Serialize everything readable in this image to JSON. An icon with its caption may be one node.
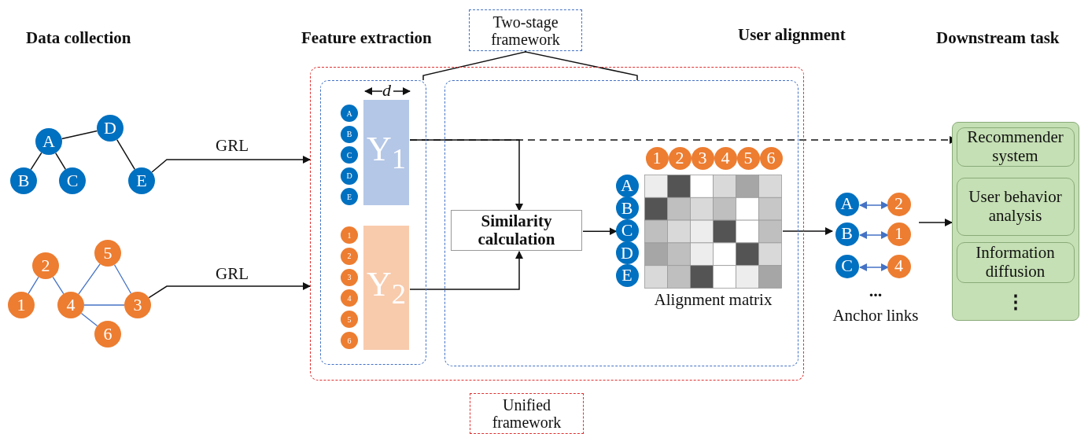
{
  "diagram": {
    "nodes": [
      {
        "text": [
          "A"
        ]
      },
      {
        "text": [
          "D"
        ]
      },
      {
        "text": [
          "B"
        ]
      },
      {
        "text": [
          "C"
        ]
      },
      {
        "text": [
          "E"
        ]
      },
      {
        "text": [
          "2"
        ]
      },
      {
        "text": [
          "5"
        ]
      },
      {
        "text": [
          "1"
        ]
      },
      {
        "text": [
          "4"
        ]
      },
      {
        "text": [
          "3"
        ]
      },
      {
        "text": [
          "6"
        ]
      },
      {
        "text": [
          "Two-stage framework"
        ]
      },
      {
        "text": [],
        "shape": "box"
      },
      {
        "text": [],
        "shape": "box",
        "in": 12
      },
      {
        "text": [],
        "shape": "box",
        "in": 12
      },
      {
        "text": [
          "A"
        ],
        "in": 13
      },
      {
        "text": [
          "B"
        ],
        "in": 13
      },
      {
        "text": [
          "C"
        ],
        "in": 13
      },
      {
        "text": [
          "D"
        ],
        "in": 13
      },
      {
        "text": [
          "E"
        ],
        "in": 13
      },
      {
        "text": [
          "Y$_{1}$"
        ],
        "in": 13
      },
      {
        "text": [
          "1"
        ],
        "in": 13
      },
      {
        "text": [
          "2"
        ],
        "in": 13
      },
      {
        "text": [
          "3"
        ],
        "in": 13
      },
      {
        "text": [
          "4"
        ],
        "in": 13
      },
      {
        "text": [
          "5"
        ],
        "in": 13
      },
      {
        "text": [
          "6"
        ],
        "in": 13
      },
      {
        "text": [
          "Y$_{2}$"
        ],
        "in": 13
      },
      {
        "text": [
          "Similarity calculation"
        ],
        "in": 14
      },
      {
        "text": [
          "1"
        ],
        "in": 14
      },
      {
        "text": [
          "2"
        ],
        "in": 14
      },
      {
        "text": [
          "3"
        ],
        "in": 14
      },
      {
        "text": [
          "4"
        ],
        "in": 14
      },
      {
        "text": [
          "5"
        ],
        "in": 14
      },
      {
        "text": [
          "6"
        ],
        "in": 14
      },
      {
        "text": [
          "A"
        ],
        "in": 14
      },
      {
        "text": [
          "B"
        ],
        "in": 14
      },
      {
        "text": [
          "C"
        ],
        "in": 14
      },
      {
        "text": [
          "D"
        ],
        "in": 14
      },
      {
        "text": [
          "E"
        ],
        "in": 14
      },
      {
        "text": [
          "Alignment matrix"
        ],
        "in": 14
      },
      {
        "text": [
          "...",
          "Anchor links"
        ]
      },
      {
        "text": [
          "A"
        ],
        "in": 41
      },
      {
        "text": [
          "2"
        ],
        "in": 41
      },
      {
        "text": [
          "B"
        ],
        "in": 41
      },
      {
        "text": [
          "1"
        ],
        "in": 41
      },
      {
        "text": [
          "C"
        ],
        "in": 41
      },
      {
        "text": [
          "4"
        ],
        "in": 41
      },
      {
        "text": [
          "⋮"
        ]
      },
      {
        "text": [
          "Recommender system"
        ],
        "in": 48
      },
      {
        "text": [
          "User behavior analysis"
        ],
        "in": 48
      },
      {
        "text": [
          "Information diffusion"
        ],
        "in": 48
      },
      {
        "text": [
          "Unified framework"
        ]
      }
    ],
    "edges": [
      {
        "from": 0,
        "to": 1,
        "arrow": "none"
      },
      {
        "from": 0,
        "to": 2,
        "arrow": "none"
      },
      {
        "from": 0,
        "to": 3,
        "arrow": "none"
      },
      {
        "from": 1,
        "to": 4,
        "arrow": "none"
      },
      {
        "from": 7,
        "to": 5,
        "arrow": "none",
        "color": "#4472c4"
      },
      {
        "from": 5,
        "to": 8,
        "arrow": "none",
        "color": "#4472c4"
      },
      {
        "from": 8,
        "to": 6,
        "arrow": "none",
        "color": "#4472c4"
      },
      {
        "from": 6,
        "to": 9,
        "arrow": "none",
        "color": "#4472c4"
      },
      {
        "from": 8,
        "to": 9,
        "arrow": "none",
        "color": "#4472c4"
      },
      {
        "from": 8,
        "to": 10,
        "arrow": "none",
        "color": "#4472c4"
      },
      {
        "from": 4,
        "to": 12,
        "arrow": "to",
        "label": "GRL"
      },
      {
        "from": 9,
        "to": 12,
        "arrow": "to",
        "label": "GRL"
      },
      {
        "from": 11,
        "to": 13,
        "arrow": "none"
      },
      {
        "from": 11,
        "to": 14,
        "arrow": "none"
      },
      {
        "from": 20,
        "to": 28,
        "arrow": "to"
      },
      {
        "from": 27,
        "to": 28,
        "arrow": "to"
      },
      {
        "from": 20,
        "to": 49,
        "arrow": "to",
        "style": "dashed"
      },
      {
        "from": 28,
        "to": 37,
        "arrow": "to"
      },
      {
        "from": 40,
        "to": 41,
        "arrow": "to"
      },
      {
        "from": 42,
        "to": 43,
        "arrow": "both",
        "color": "#4472c4"
      },
      {
        "from": 44,
        "to": 45,
        "arrow": "both",
        "color": "#4472c4"
      },
      {
        "from": 46,
        "to": 47,
        "arrow": "both",
        "color": "#4472c4"
      },
      {
        "from": 41,
        "to": 48,
        "arrow": "to"
      }
    ],
    "labels": [
      "Data collection",
      "Feature extraction",
      "User alignment",
      "Downstream task",
      "d"
    ]
  }
}
